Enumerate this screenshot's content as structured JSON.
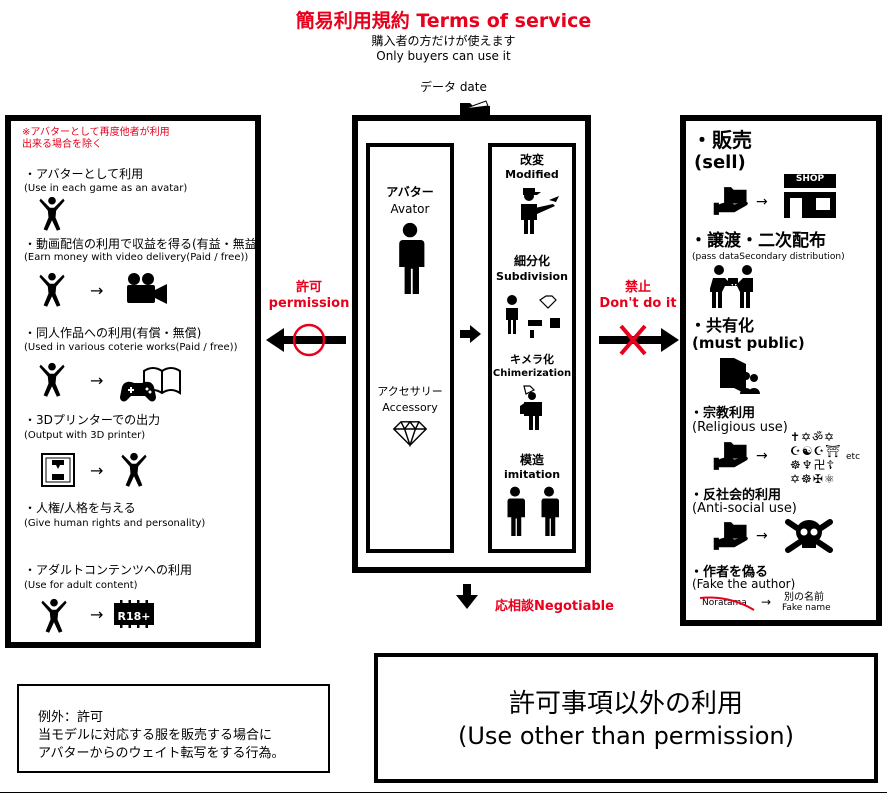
{
  "header": {
    "title": "簡易利用規約 Terms of service",
    "sub_jp": "購入者の方だけが使えます",
    "sub_en": "Only buyers can use it"
  },
  "data_label": "データ date",
  "left": {
    "note_line1": "※アバターとして再度他者が利用",
    "note_line2": "出来る場合を除く",
    "items": [
      {
        "jp": "・アバターとして利用",
        "en": "(Use in each game as an avatar)"
      },
      {
        "jp": "・動画配信の利用で収益を得る(有益・無益)",
        "en": "(Earn money with video delivery(Paid / free))"
      },
      {
        "jp": "・同人作品への利用(有償・無償)",
        "en": "(Used in various coterie works(Paid / free))"
      },
      {
        "jp": "・3Dプリンターでの出力",
        "en": "(Output with 3D printer)"
      },
      {
        "jp": "・人権/人格を与える",
        "en": "(Give human rights and personality)"
      },
      {
        "jp": "・アダルトコンテンツへの利用",
        "en": "(Use for adult content)"
      }
    ],
    "r18_label": "R18+"
  },
  "permission": {
    "jp": "許可",
    "en": "permission"
  },
  "prohibited": {
    "jp": "禁止",
    "en": "Don't do it"
  },
  "center": {
    "avatar_jp": "アバター",
    "avatar_en": "Avator",
    "accessory_jp": "アクセサリー",
    "accessory_en": "Accessory",
    "modified_jp": "改変",
    "modified_en": "Modified",
    "subdivision_jp": "細分化",
    "subdivision_en": "Subdivision",
    "chimera_jp": "キメラ化",
    "chimera_en": "Chimerization",
    "imitation_jp": "模造",
    "imitation_en": "imitation"
  },
  "negotiable": "応相談Negotiable",
  "right": {
    "sell_jp": "・販売",
    "sell_en": "(sell)",
    "shop_label": "SHOP",
    "transfer_jp": "・譲渡・二次配布",
    "transfer_en": "(pass dataSecondary distribution)",
    "share_jp": "・共有化",
    "share_en": "(must public)",
    "religious_jp": "・宗教利用",
    "religious_en": "(Religious use)",
    "etc": "etc",
    "antisocial_jp": "・反社会的利用",
    "antisocial_en": "(Anti-social use)",
    "fake_jp": "・作者を偽る",
    "fake_en": "(Fake the author)",
    "author_name": "Noratama",
    "fake_name_jp": "別の名前",
    "fake_name_en": "Fake name"
  },
  "exception": {
    "line1": "例外：許可",
    "line2": "当モデルに対応する服を販売する場合に",
    "line3": "アバターからのウェイト転写をする行為。"
  },
  "other_use": {
    "jp": "許可事項以外の利用",
    "en": "(Use other than permission)"
  },
  "colors": {
    "accent_red": "#e8001c",
    "black": "#000000"
  }
}
